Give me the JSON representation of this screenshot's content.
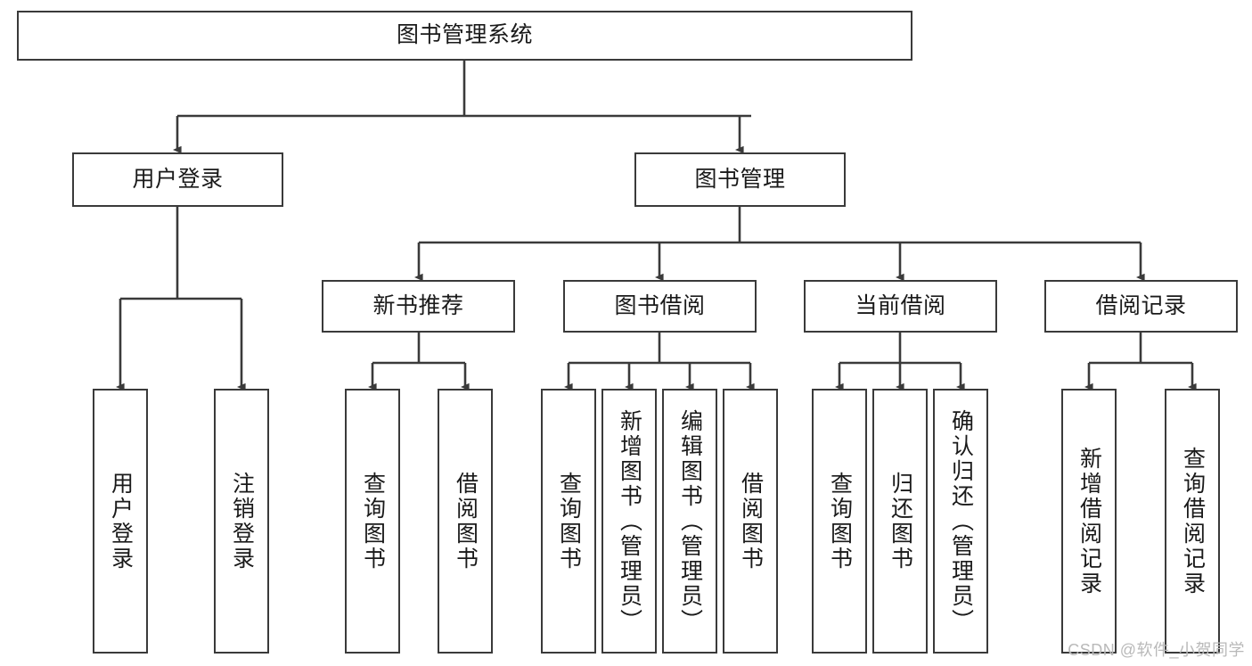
{
  "diagram": {
    "type": "tree",
    "title": "图书管理系统",
    "orientation": "top-down",
    "colors": {
      "box_border": "#3a3a3a",
      "box_fill": "#ffffff",
      "edge": "#3a3a3a",
      "text": "#1a1a1a",
      "watermark": "#b9b9b9",
      "background": "#ffffff"
    }
  },
  "nodes": {
    "root": {
      "label": "图书管理系统"
    },
    "level2": [
      {
        "id": "user-login",
        "label": "用户登录"
      },
      {
        "id": "book-management",
        "label": "图书管理"
      }
    ],
    "level3": [
      {
        "id": "new-book-recommend",
        "label": "新书推荐"
      },
      {
        "id": "book-borrow",
        "label": "图书借阅"
      },
      {
        "id": "current-borrow",
        "label": "当前借阅"
      },
      {
        "id": "borrow-record",
        "label": "借阅记录"
      }
    ],
    "leaves": {
      "user-login": [
        {
          "id": "leaf-user-login",
          "label": "用户登录"
        },
        {
          "id": "leaf-logout-login",
          "label": "注销登录"
        }
      ],
      "new-book-recommend": [
        {
          "id": "leaf-query-book-1",
          "label": "查询图书"
        },
        {
          "id": "leaf-borrow-book-1",
          "label": "借阅图书"
        }
      ],
      "book-borrow": [
        {
          "id": "leaf-query-book-2",
          "label": "查询图书"
        },
        {
          "id": "leaf-add-book",
          "label": "新增图书（管理员）"
        },
        {
          "id": "leaf-edit-book",
          "label": "编辑图书（管理员）"
        },
        {
          "id": "leaf-borrow-book-2",
          "label": "借阅图书"
        }
      ],
      "current-borrow": [
        {
          "id": "leaf-query-book-3",
          "label": "查询图书"
        },
        {
          "id": "leaf-return-book",
          "label": "归还图书"
        },
        {
          "id": "leaf-confirm-return",
          "label": "确认归还（管理员）"
        }
      ],
      "borrow-record": [
        {
          "id": "leaf-add-record",
          "label": "新增借阅记录"
        },
        {
          "id": "leaf-query-record",
          "label": "查询借阅记录"
        }
      ]
    }
  },
  "watermark": {
    "text": "CSDN @软件_小贺同学"
  }
}
